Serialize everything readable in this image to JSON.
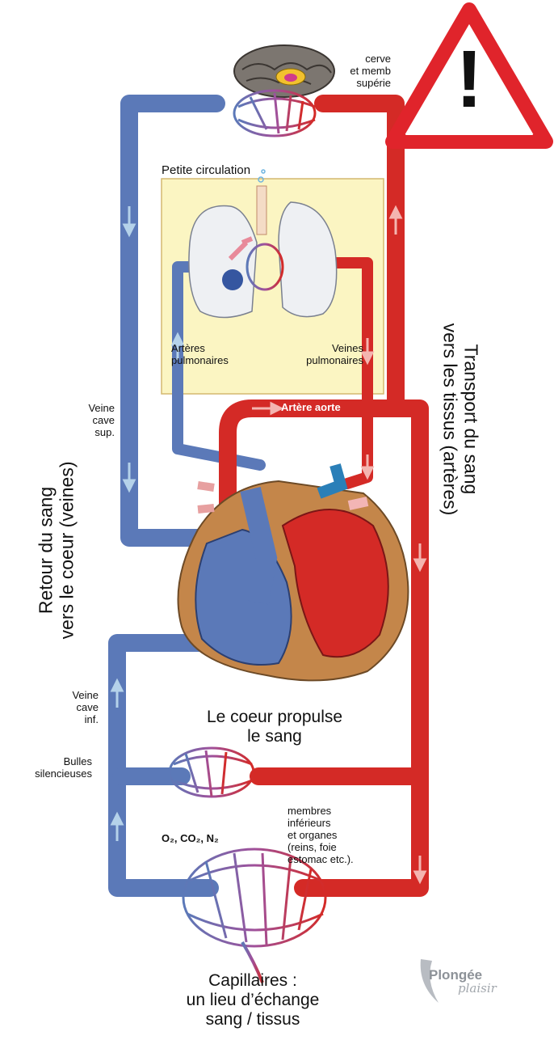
{
  "labels": {
    "brain": "cerve\net memb\nsupérie",
    "petite_circulation": "Petite circulation",
    "arteres_pulmonaires": "Artères\npulmonaires",
    "veines_pulmonaires": "Veines\npulmonaires",
    "artere_aorte": "Artère aorte",
    "veine_cave_sup": "Veine\ncave\nsup.",
    "veine_cave_inf": "Veine\ncave\ninf.",
    "bulles": "Bulles\nsilencieuses",
    "gases": "O₂, CO₂, N₂",
    "membres": "membres\ninférieurs\net organes\n(reins, foie\nestomac etc.).",
    "coeur": "Le coeur propulse\nle sang",
    "capillaires": "Capillaires :\nun lieu d’échange\nsang / tissus",
    "retour_line1": "Retour du sang",
    "retour_line2": "vers le coeur (veines)",
    "transport_line1": "Transport du sang",
    "transport_line2": "vers les tissus (artères)"
  },
  "logo": {
    "line1": "Plongée",
    "line2": "plaisir"
  },
  "warning": {
    "symbol": "!"
  },
  "colors": {
    "vein": "#5b79b8",
    "artery": "#d42a26",
    "lung_box": "#fbf5c2",
    "heart_outline": "#a7743e",
    "warning_red": "#e0242b"
  }
}
